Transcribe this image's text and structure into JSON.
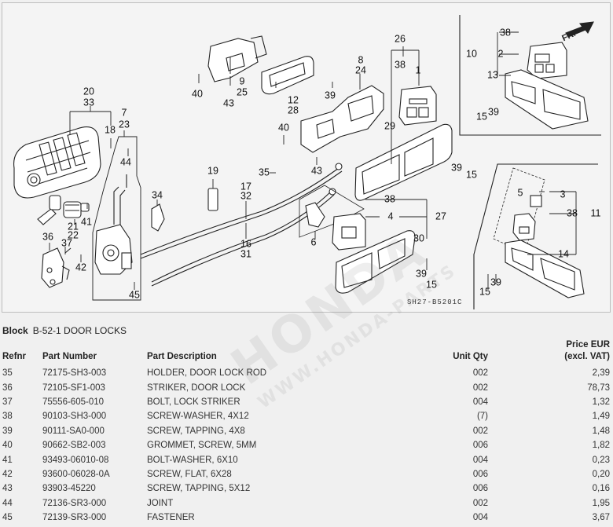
{
  "diagram": {
    "code": "SH27-B5201C",
    "direction_label": "FR.",
    "callouts": [
      {
        "id": "c20",
        "text": "20"
      },
      {
        "id": "c33",
        "text": "33"
      },
      {
        "id": "c7",
        "text": "7"
      },
      {
        "id": "c23",
        "text": "23"
      },
      {
        "id": "c18",
        "text": "18"
      },
      {
        "id": "c44",
        "text": "44"
      },
      {
        "id": "c40a",
        "text": "40"
      },
      {
        "id": "c43a",
        "text": "43"
      },
      {
        "id": "c9",
        "text": "9"
      },
      {
        "id": "c25",
        "text": "25"
      },
      {
        "id": "c12",
        "text": "12"
      },
      {
        "id": "c28",
        "text": "28"
      },
      {
        "id": "c39a",
        "text": "39"
      },
      {
        "id": "c8",
        "text": "8"
      },
      {
        "id": "c24",
        "text": "24"
      },
      {
        "id": "c40b",
        "text": "40"
      },
      {
        "id": "c43b",
        "text": "43"
      },
      {
        "id": "c26",
        "text": "26"
      },
      {
        "id": "c38a",
        "text": "38"
      },
      {
        "id": "c1",
        "text": "1"
      },
      {
        "id": "c29",
        "text": "29"
      },
      {
        "id": "c39b",
        "text": "39"
      },
      {
        "id": "c15a",
        "text": "15"
      },
      {
        "id": "c10",
        "text": "10"
      },
      {
        "id": "c38b",
        "text": "38"
      },
      {
        "id": "c2",
        "text": "2"
      },
      {
        "id": "c13",
        "text": "13"
      },
      {
        "id": "c15b",
        "text": "15"
      },
      {
        "id": "c39c",
        "text": "39"
      },
      {
        "id": "c19",
        "text": "19"
      },
      {
        "id": "c35",
        "text": "35"
      },
      {
        "id": "c17",
        "text": "17"
      },
      {
        "id": "c32",
        "text": "32"
      },
      {
        "id": "c16",
        "text": "16"
      },
      {
        "id": "c31",
        "text": "31"
      },
      {
        "id": "c34",
        "text": "34"
      },
      {
        "id": "c41",
        "text": "41"
      },
      {
        "id": "c21",
        "text": "21"
      },
      {
        "id": "c22",
        "text": "22"
      },
      {
        "id": "c36",
        "text": "36"
      },
      {
        "id": "c37",
        "text": "37"
      },
      {
        "id": "c42",
        "text": "42"
      },
      {
        "id": "c45",
        "text": "45"
      },
      {
        "id": "c38c",
        "text": "38"
      },
      {
        "id": "c4",
        "text": "4"
      },
      {
        "id": "c27",
        "text": "27"
      },
      {
        "id": "c6",
        "text": "6"
      },
      {
        "id": "c30",
        "text": "30"
      },
      {
        "id": "c39d",
        "text": "39"
      },
      {
        "id": "c15c",
        "text": "15"
      },
      {
        "id": "c5",
        "text": "5"
      },
      {
        "id": "c3",
        "text": "3"
      },
      {
        "id": "c38d",
        "text": "38"
      },
      {
        "id": "c11",
        "text": "11"
      },
      {
        "id": "c14",
        "text": "14"
      },
      {
        "id": "c15d",
        "text": "15"
      },
      {
        "id": "c39e",
        "text": "39"
      }
    ]
  },
  "watermark": {
    "main": "HONDA",
    "sub": "WWW.HONDA-PARTS"
  },
  "block": {
    "label": "Block",
    "value": "B-52-1 DOOR LOCKS"
  },
  "table": {
    "headers": {
      "refnr": "Refnr",
      "part_number": "Part Number",
      "description": "Part Description",
      "qty": "Unit Qty",
      "price_line1": "Price EUR",
      "price_line2": "(excl. VAT)"
    },
    "rows": [
      {
        "refnr": "35",
        "part_number": "72175-SH3-003",
        "description": "HOLDER, DOOR LOCK ROD",
        "qty": "002",
        "price": "2,39"
      },
      {
        "refnr": "36",
        "part_number": "72105-SF1-003",
        "description": "STRIKER, DOOR LOCK",
        "qty": "002",
        "price": "78,73"
      },
      {
        "refnr": "37",
        "part_number": "75556-605-010",
        "description": "BOLT, LOCK STRIKER",
        "qty": "004",
        "price": "1,32"
      },
      {
        "refnr": "38",
        "part_number": "90103-SH3-000",
        "description": "SCREW-WASHER, 4X12",
        "qty": "(7)",
        "price": "1,49"
      },
      {
        "refnr": "39",
        "part_number": "90111-SA0-000",
        "description": "SCREW, TAPPING, 4X8",
        "qty": "002",
        "price": "1,48"
      },
      {
        "refnr": "40",
        "part_number": "90662-SB2-003",
        "description": "GROMMET, SCREW, 5MM",
        "qty": "006",
        "price": "1,82"
      },
      {
        "refnr": "41",
        "part_number": "93493-06010-08",
        "description": "BOLT-WASHER, 6X10",
        "qty": "004",
        "price": "0,23"
      },
      {
        "refnr": "42",
        "part_number": "93600-06028-0A",
        "description": "SCREW, FLAT, 6X28",
        "qty": "006",
        "price": "0,20"
      },
      {
        "refnr": "43",
        "part_number": "93903-45220",
        "description": "SCREW, TAPPING, 5X12",
        "qty": "006",
        "price": "0,16"
      },
      {
        "refnr": "44",
        "part_number": "72136-SR3-000",
        "description": "JOINT",
        "qty": "002",
        "price": "1,95"
      },
      {
        "refnr": "45",
        "part_number": "72139-SR3-000",
        "description": "FASTENER",
        "qty": "004",
        "price": "3,67"
      }
    ]
  }
}
